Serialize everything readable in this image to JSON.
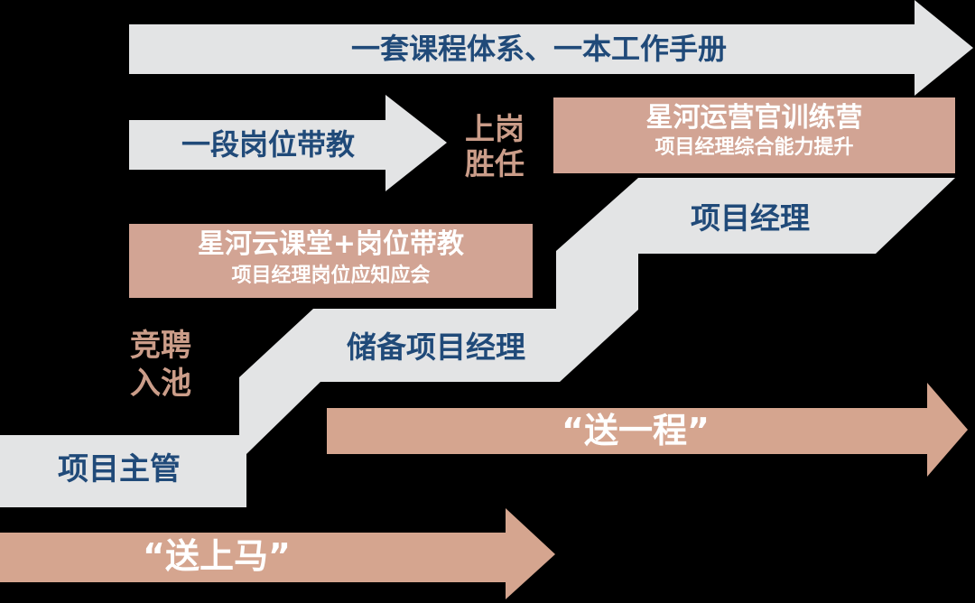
{
  "colors": {
    "background": "#000000",
    "stair_gray": "#e3e4e5",
    "arrow_gray": "#e3e4e5",
    "box_salmon": "#d2a494",
    "arrow_salmon": "#d5a58f",
    "navy_text": "#204a79",
    "salmon_note_text": "#cb9d89",
    "white_text": "#ffffff"
  },
  "diagram": {
    "top_arrow": {
      "label": "一套课程体系、一本工作手册"
    },
    "mentoring_arrow": {
      "label": "一段岗位带教"
    },
    "onboarding_note": {
      "line1": "上岗",
      "line2": "胜任"
    },
    "camp_box": {
      "title": "星河运营官训练营",
      "subtitle": "项目经理综合能力提升"
    },
    "cloud_box": {
      "title": "星河云课堂+岗位带教",
      "subtitle": "项目经理岗位应知应会"
    },
    "levels": {
      "manager": "项目经理",
      "reserve_manager": "储备项目经理",
      "supervisor": "项目主管"
    },
    "pool_note": {
      "line1": "竞聘",
      "line2": "入池"
    },
    "escort_arrow": {
      "label": "“送一程”"
    },
    "mount_arrow": {
      "label": "“送上马”"
    }
  }
}
